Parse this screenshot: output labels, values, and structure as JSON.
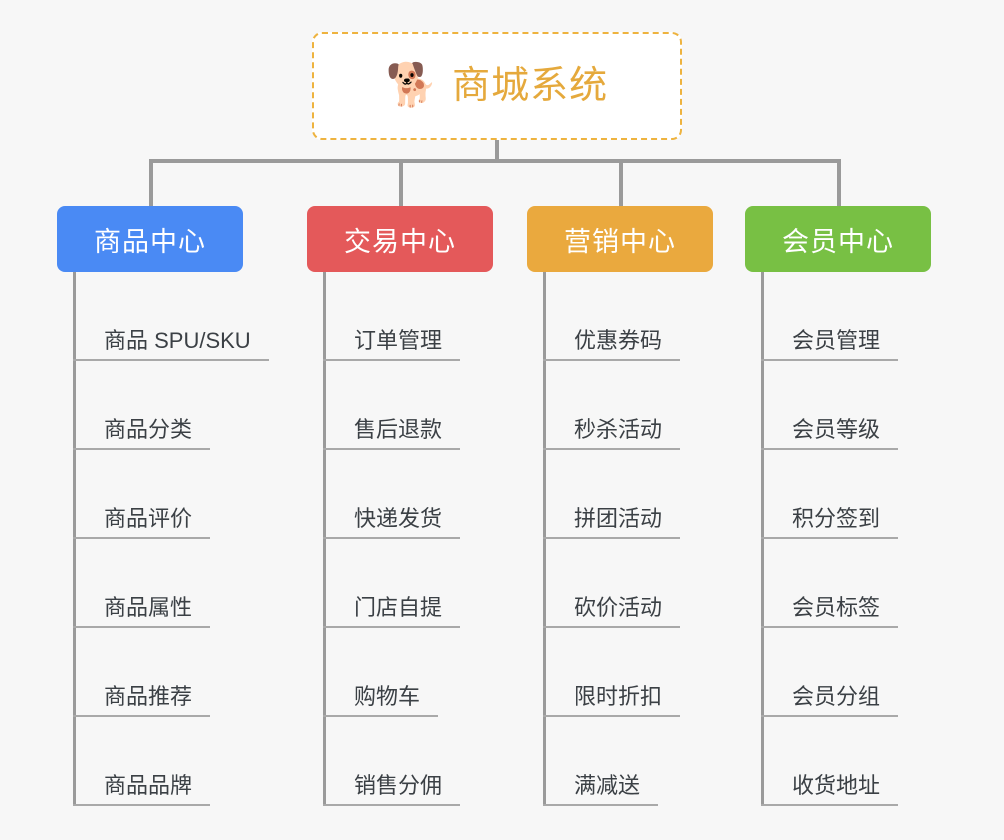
{
  "root": {
    "icon": "shiba-dog-face-emoji",
    "emoji": "🐕",
    "title": "商城系统",
    "border_color": "#eeb33f",
    "text_color": "#e5a93c",
    "background": "#ffffff"
  },
  "colors": {
    "page_background": "#f7f7f7",
    "connector": "#9a9a9a",
    "leaf_text": "#3b4045",
    "leaf_rule": "#a9a9a9"
  },
  "columns": [
    {
      "title": "商品中心",
      "color": "#4a8af4",
      "items": [
        "商品 SPU/SKU",
        "商品分类",
        "商品评价",
        "商品属性",
        "商品推荐",
        "商品品牌"
      ]
    },
    {
      "title": "交易中心",
      "color": "#e4595a",
      "items": [
        "订单管理",
        "售后退款",
        "快递发货",
        "门店自提",
        "购物车",
        "销售分佣"
      ]
    },
    {
      "title": "营销中心",
      "color": "#eaa93e",
      "items": [
        "优惠券码",
        "秒杀活动",
        "拼团活动",
        "砍价活动",
        "限时折扣",
        "满减送"
      ]
    },
    {
      "title": "会员中心",
      "color": "#78c044",
      "items": [
        "会员管理",
        "会员等级",
        "积分签到",
        "会员标签",
        "会员分组",
        "收货地址"
      ]
    }
  ]
}
